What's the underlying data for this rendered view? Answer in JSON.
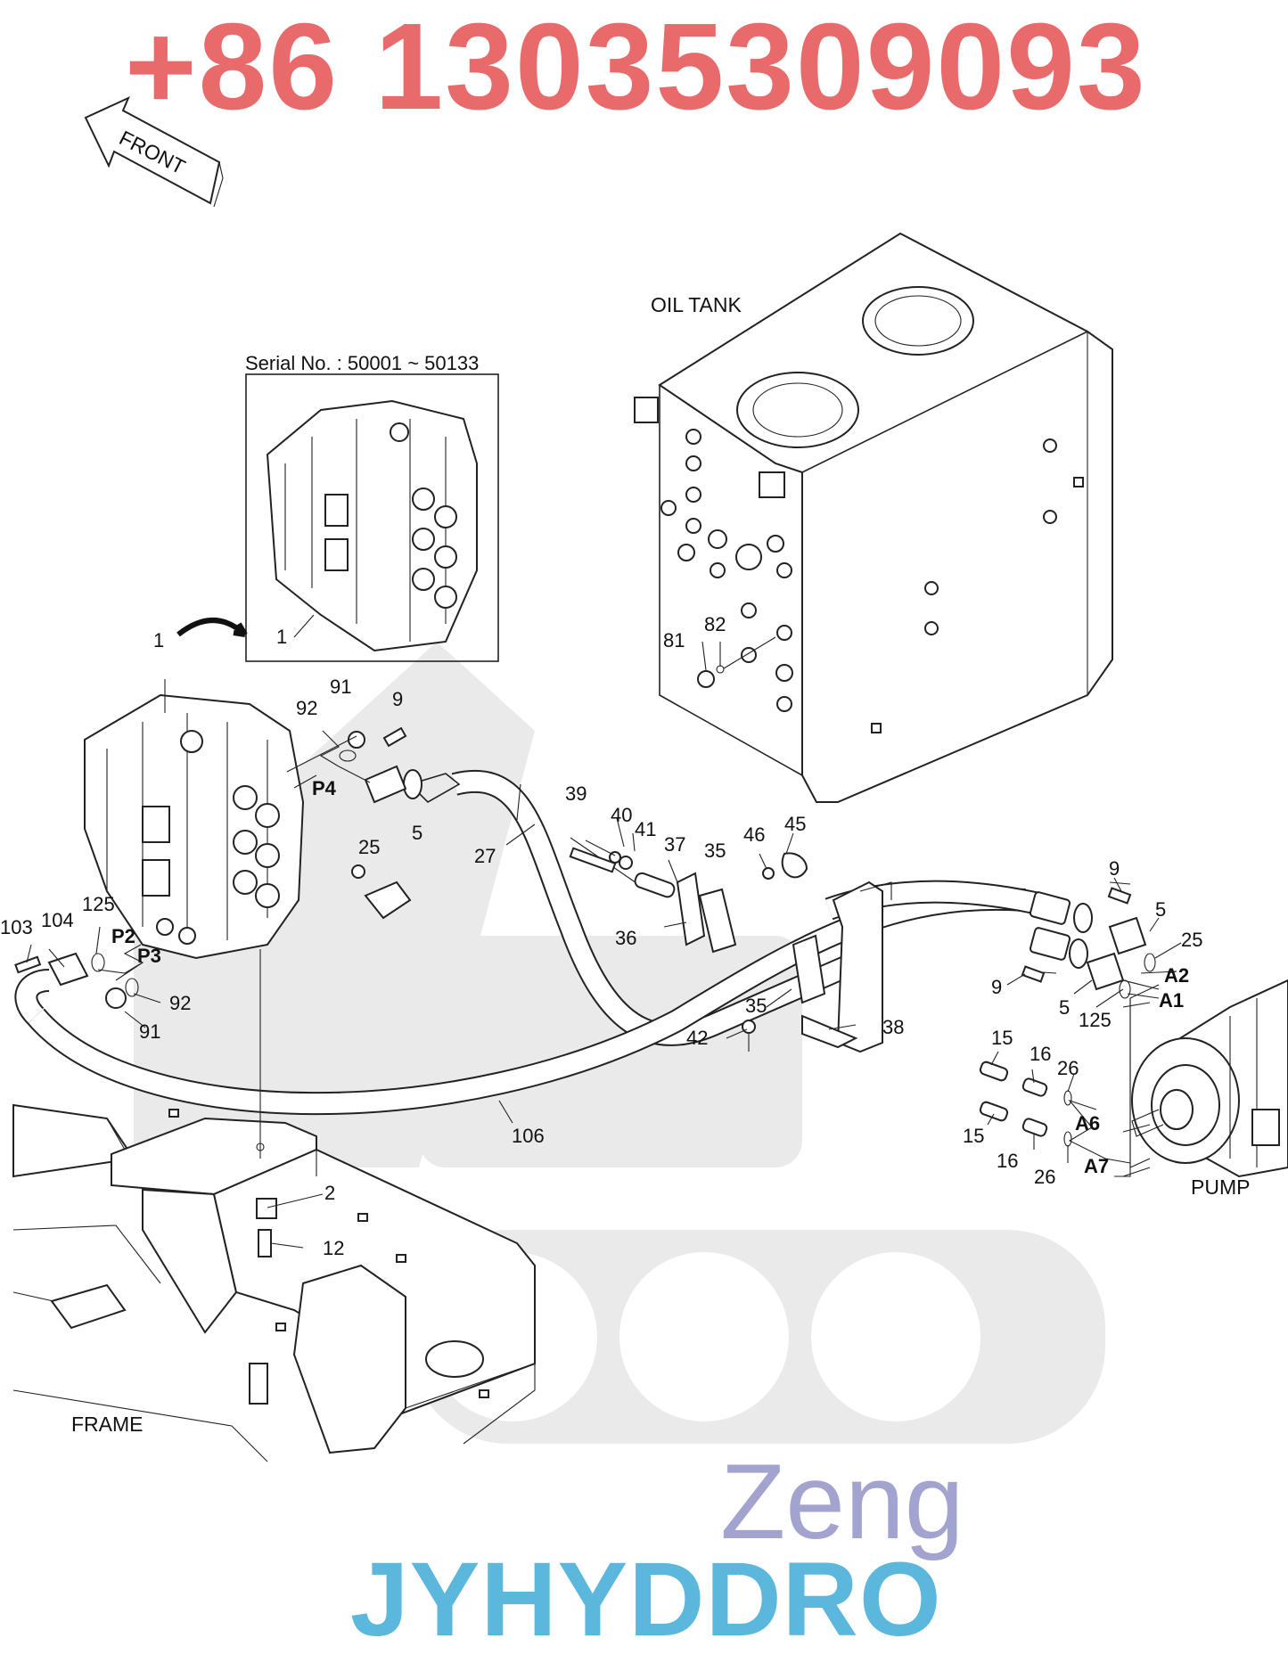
{
  "watermark": {
    "phone": "+86 13035309093",
    "brand_top": "Zeng",
    "brand_bottom": "JYHYDDRO",
    "colors": {
      "phone": "#e86a6a",
      "brand_top": "#a3a3cf",
      "brand_bottom": "#5bb7dc"
    }
  },
  "front_arrow_label": "FRONT",
  "captions": {
    "oil_tank": "OIL TANK",
    "serial": "Serial No. : 50001 ~ 50133",
    "frame": "FRAME",
    "pump": "PUMP"
  },
  "ports": [
    "P4",
    "P2",
    "P3",
    "A2",
    "A1",
    "A6",
    "A7"
  ],
  "callouts": [
    "1",
    "1",
    "91",
    "92",
    "9",
    "5",
    "25",
    "27",
    "39",
    "40",
    "41",
    "37",
    "35",
    "46",
    "45",
    "36",
    "103",
    "104",
    "125",
    "92",
    "91",
    "106",
    "2",
    "12",
    "9",
    "5",
    "25",
    "9",
    "5",
    "125",
    "35",
    "42",
    "38",
    "15",
    "16",
    "26",
    "15",
    "16",
    "26",
    "81",
    "82"
  ]
}
